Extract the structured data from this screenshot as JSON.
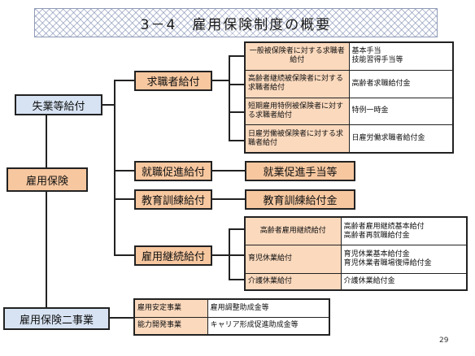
{
  "title": "3－4　雇用保険制度の概要",
  "nodes": {
    "main": "雇用保険",
    "shitsugyo": "失業等給付",
    "nijigyo": "雇用保険二事業",
    "kyushoku": "求職者給付",
    "shushoku": "就職促進給付",
    "kyoiku": "教育訓練給付",
    "keizoku": "雇用継続給付",
    "shushoku_teate": "就業促進手当等",
    "kyoiku_kin": "教育訓練給付金"
  },
  "kyushoku_table": [
    {
      "left": "一般被保険者に対する求職者給付",
      "right": "基本手当\n技能習得手当等"
    },
    {
      "left": "高齢者継続被保険者に対する求職者給付",
      "right": "高齢者求職給付金"
    },
    {
      "left": "短期雇用特例被保険者に対する求職者給付",
      "right": "特例一時金"
    },
    {
      "left": "日雇労働被保険者に対する求職者給付",
      "right": "日雇労働求職者給付金"
    }
  ],
  "keizoku_table": [
    {
      "left": "高齢者雇用継続給付",
      "right": "高齢者雇用継続基本給付\n高齢者再就職給付金"
    },
    {
      "left": "育児休業給付",
      "right": "育児休業基本給付金\n育児休業者職場復帰給付金"
    },
    {
      "left": "介護休業給付",
      "right": "介護休業給付金"
    }
  ],
  "nijigyo_table": [
    {
      "left": "雇用安定事業",
      "right": "雇用調整助成金等"
    },
    {
      "left": "能力開発事業",
      "right": "キャリア形成促進助成金等"
    }
  ],
  "page_number": "29"
}
